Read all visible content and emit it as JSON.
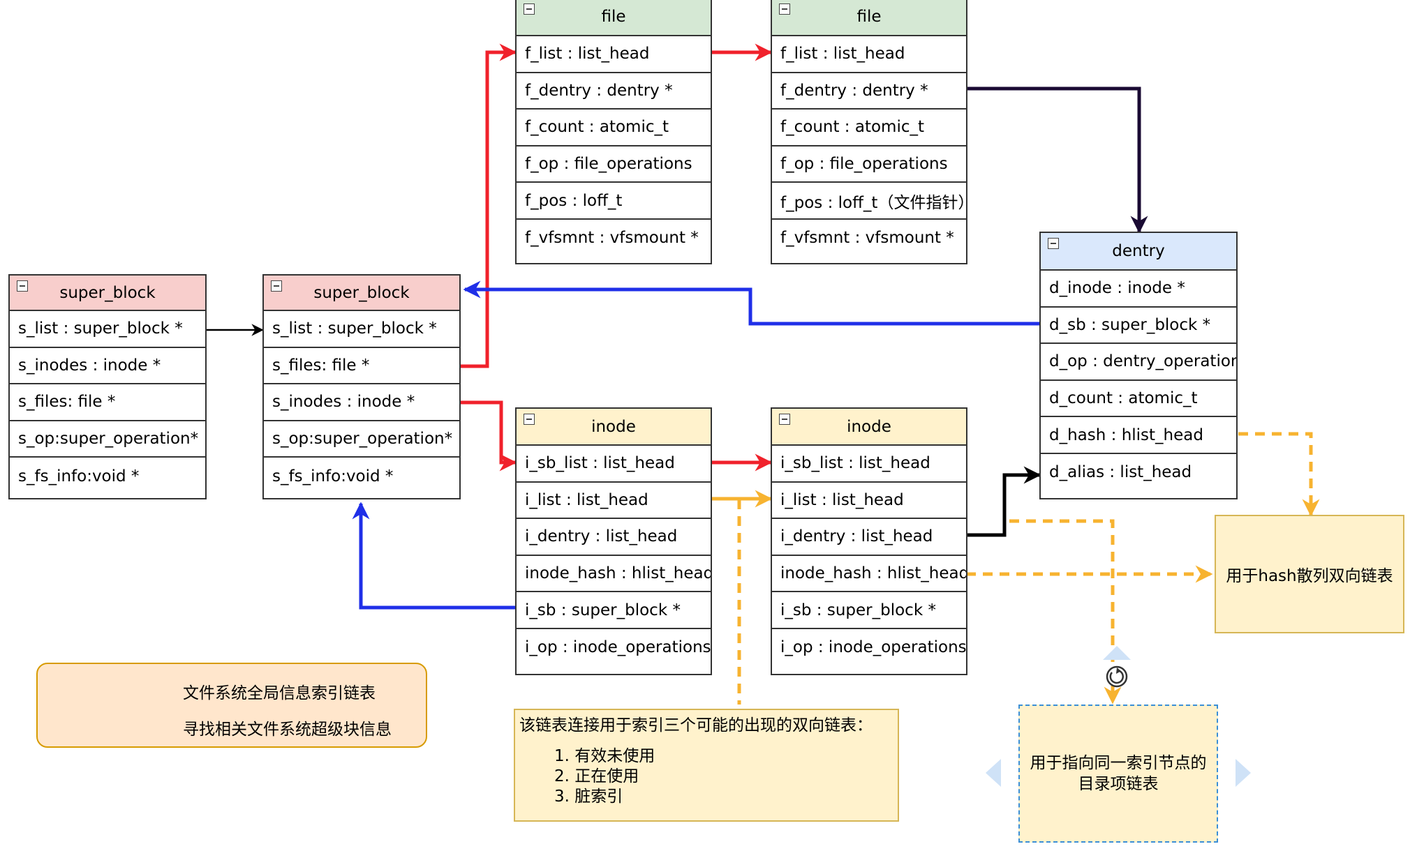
{
  "classes": {
    "sb1": {
      "title": "super_block",
      "rows": [
        "s_list : super_block *",
        "s_inodes : inode *",
        "s_files: file *",
        "s_op:super_operation*",
        "s_fs_info:void *"
      ]
    },
    "sb2": {
      "title": "super_block",
      "rows": [
        "s_list : super_block *",
        "s_files: file *",
        "s_inodes : inode *",
        "s_op:super_operation*",
        "s_fs_info:void *"
      ]
    },
    "file1": {
      "title": "file",
      "rows": [
        "f_list : list_head",
        "f_dentry : dentry *",
        "f_count : atomic_t",
        "f_op : file_operations",
        "f_pos : loff_t",
        "f_vfsmnt : vfsmount *"
      ]
    },
    "file2": {
      "title": "file",
      "rows": [
        "f_list : list_head",
        "f_dentry : dentry *",
        "f_count : atomic_t",
        "f_op : file_operations",
        "f_pos : loff_t（文件指针）",
        "f_vfsmnt : vfsmount *"
      ]
    },
    "inode1": {
      "title": "inode",
      "rows": [
        "i_sb_list : list_head",
        "i_list : list_head",
        "i_dentry : list_head",
        "inode_hash : hlist_head",
        "i_sb : super_block *",
        "i_op : inode_operations"
      ]
    },
    "inode2": {
      "title": "inode",
      "rows": [
        "i_sb_list : list_head",
        "i_list : list_head",
        "i_dentry : list_head",
        "inode_hash : hlist_head",
        "i_sb : super_block *",
        "i_op : inode_operations"
      ]
    },
    "dentry": {
      "title": "dentry",
      "rows": [
        "d_inode : inode *",
        "d_sb : super_block *",
        "d_op : dentry_operations",
        "d_count : atomic_t",
        "d_hash : hlist_head",
        "d_alias : list_head"
      ]
    }
  },
  "notes": {
    "hash": "用于hash散列双向链表",
    "list_title": "该链表连接用于索引三个可能的出现的双向链表：",
    "list_items": [
      "1. 有效未使用",
      "2. 正在使用",
      "3. 脏索引"
    ],
    "alias": "用于指向同一索引节点的目录项链表"
  },
  "legend": {
    "red_label": "文件系统全局信息索引链表",
    "blue_label": "寻找相关文件系统超级块信息"
  },
  "colors": {
    "red": "#f0212b",
    "blue": "#1f2fe8",
    "black": "#000000",
    "dark": "#1a0a33",
    "orange": "#f7b330"
  }
}
